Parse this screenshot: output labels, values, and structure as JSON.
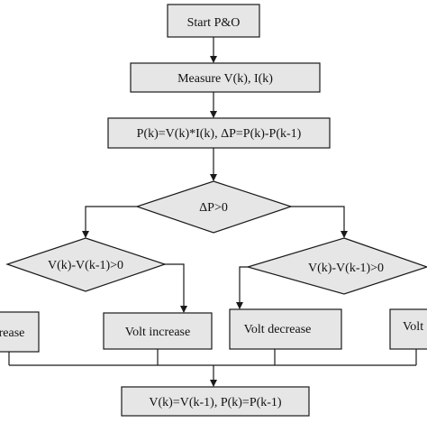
{
  "colors": {
    "node_fill": "#e6e6e6",
    "stroke": "#1a1a1a",
    "background": "#ffffff"
  },
  "nodes": {
    "start": "Start P&O",
    "measure": "Measure V(k), I(k)",
    "compute": "P(k)=V(k)*I(k),  ΔP=P(k)-P(k-1)",
    "decision_dp": "ΔP>0",
    "decision_dv_left": "V(k)-V(k-1)>0",
    "decision_dv_right": "V(k)-V(k-1)>0",
    "volt_decrease_left": "Volt decrease",
    "volt_increase_left": "Volt increase",
    "volt_decrease_right": "Volt decrease",
    "volt_increase_right": "Volt increase",
    "update": "V(k)=V(k-1),  P(k)=P(k-1)"
  }
}
